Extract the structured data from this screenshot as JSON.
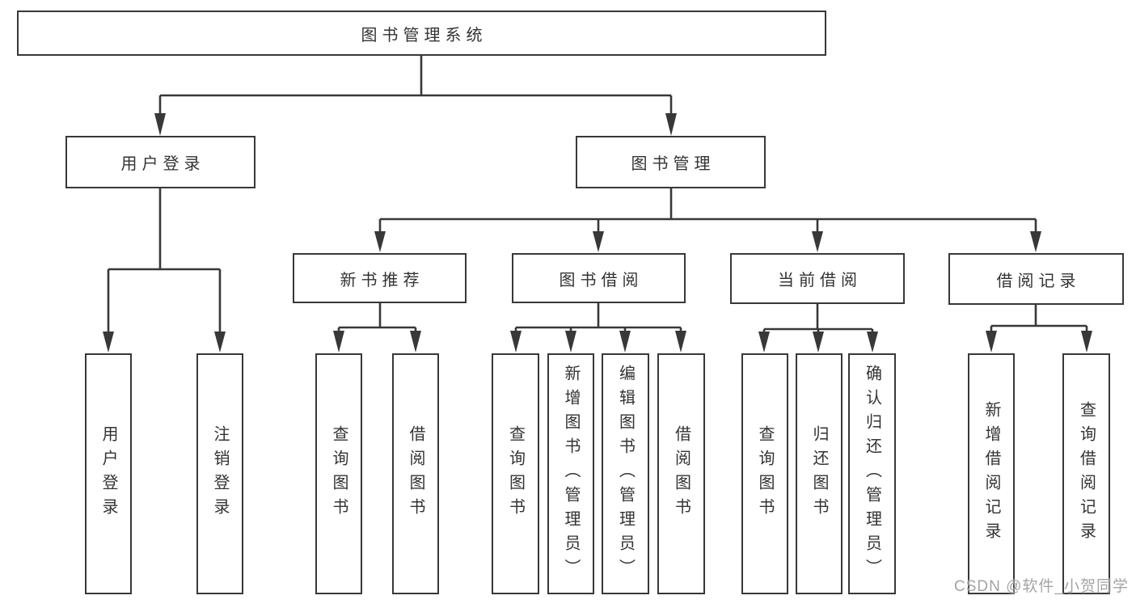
{
  "diagram": {
    "root": {
      "label": "图书管理系统"
    },
    "branches": [
      {
        "label": "用户登录",
        "leaves": [
          "用户登录",
          "注销登录"
        ]
      },
      {
        "label": "图书管理",
        "groups": [
          {
            "label": "新书推荐",
            "leaves": [
              "查询图书",
              "借阅图书"
            ]
          },
          {
            "label": "图书借阅",
            "leaves": [
              "查询图书",
              "新增图书（管理员）",
              "编辑图书（管理员）",
              "借阅图书"
            ]
          },
          {
            "label": "当前借阅",
            "leaves": [
              "查询图书",
              "归还图书",
              "确认归还（管理员）"
            ]
          },
          {
            "label": "借阅记录",
            "leaves": [
              "新增借阅记录",
              "查询借阅记录"
            ]
          }
        ]
      }
    ]
  },
  "watermark": {
    "text": "CSDN @软件_小贺同学"
  },
  "colors": {
    "line": "#383838",
    "box_border": "#383838",
    "text": "#333333",
    "background": "#ffffff",
    "watermark": "#949494"
  }
}
